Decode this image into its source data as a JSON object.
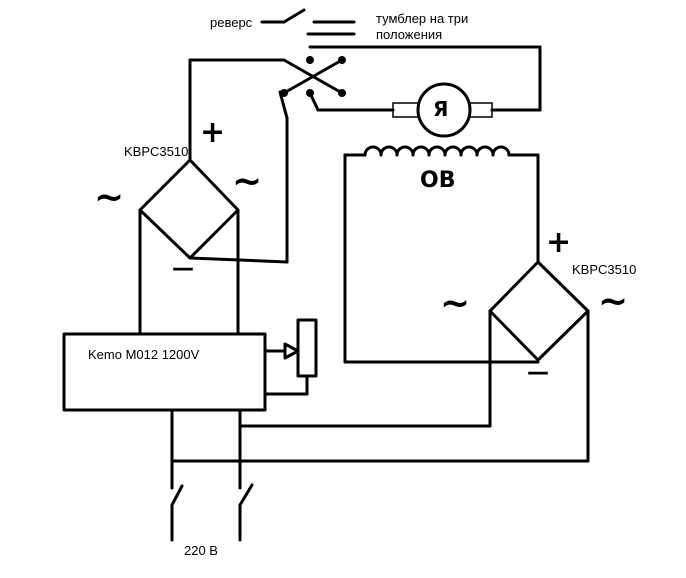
{
  "labels": {
    "reverse": "реверс",
    "toggle_line1": "тумблер на три",
    "toggle_line2": "положения",
    "motor_armature": "Я",
    "field_winding": "ОВ",
    "bridge_left": "KBPC3510",
    "bridge_right": "KBPC3510",
    "controller": "Kemo M012 1200V",
    "mains": "220 В",
    "plus": "+",
    "minus": "—",
    "ac": "~"
  }
}
